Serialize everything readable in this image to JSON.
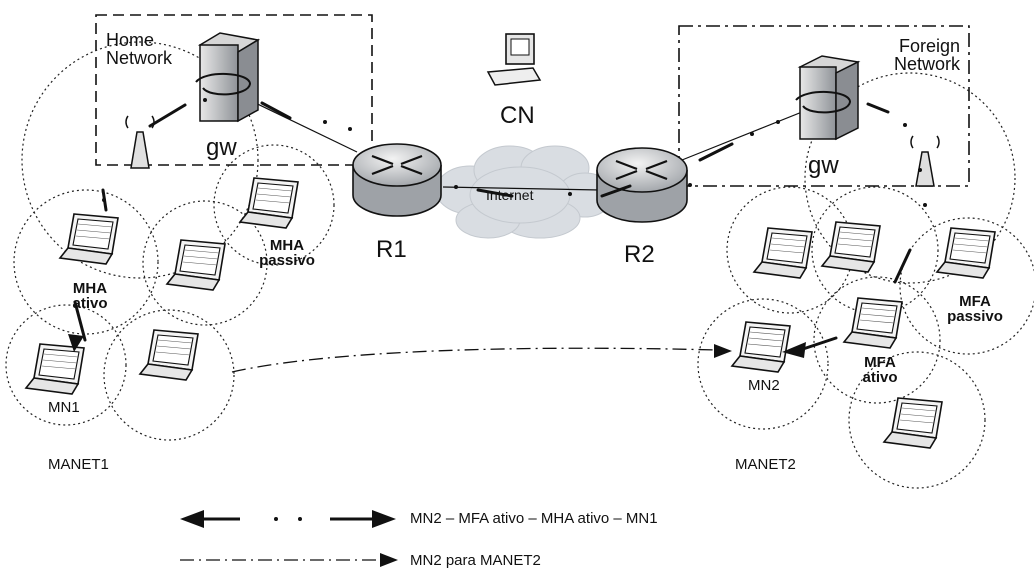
{
  "labels": {
    "home_network": "Home\nNetwork",
    "foreign_network": "Foreign\nNetwork",
    "cn": "CN",
    "gw_home": "gw",
    "gw_foreign": "gw",
    "r1": "R1",
    "r2": "R2",
    "internet": "Internet",
    "mha_ativo": "MHA\nativo",
    "mha_passivo": "MHA\npassivo",
    "mn1": "MN1",
    "mn2": "MN2",
    "mfa_ativo": "MFA\nativo",
    "mfa_passivo": "MFA\npassivo",
    "manet1": "MANET1",
    "manet2": "MANET2"
  },
  "legend": [
    {
      "style": "arrow-dash-dot",
      "text": "MN2 – MFA ativo – MHA ativo – MN1"
    },
    {
      "style": "dash-dot-arrow",
      "text": "MN2 para MANET2"
    }
  ],
  "colors": {
    "line": "#111111",
    "cloud": "#d9dde2",
    "server": "#b9bcc0",
    "router": "#a7abb0"
  }
}
